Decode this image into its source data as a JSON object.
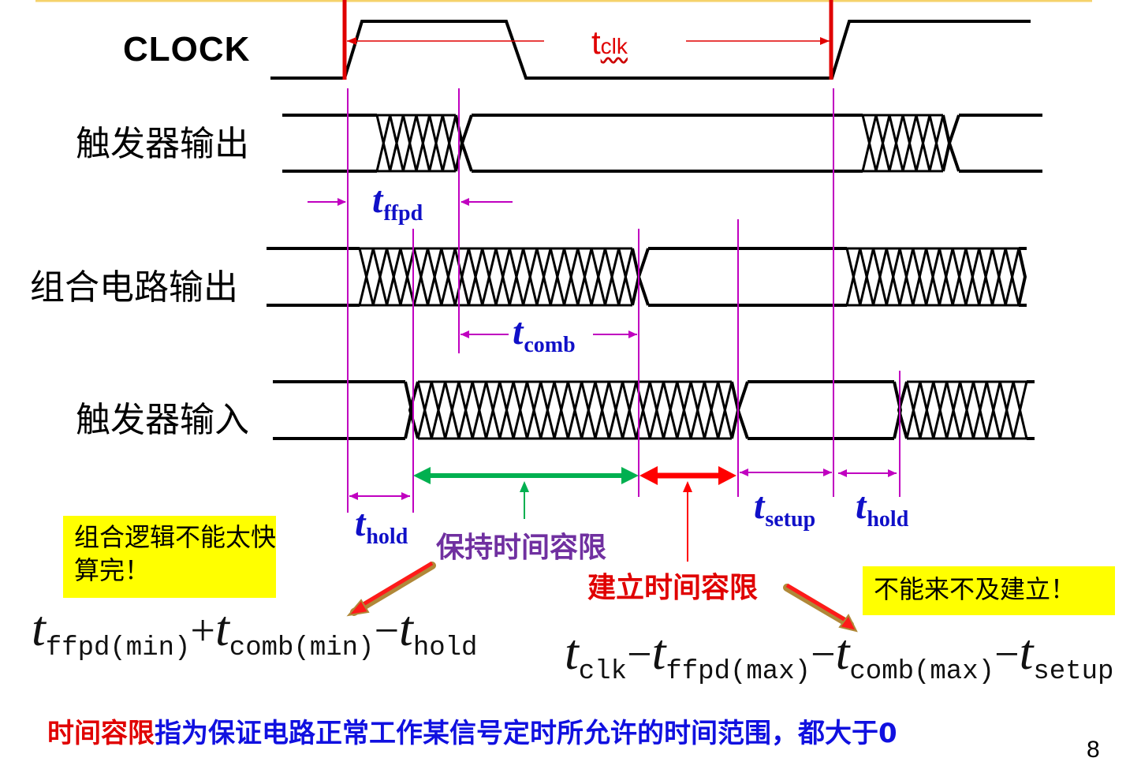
{
  "signals": {
    "clock": "CLOCK",
    "ff_output": "触发器输出",
    "comb_output": "组合电路输出",
    "ff_input": "触发器输入"
  },
  "timing": {
    "tclk_t": "t",
    "tclk_sub": "clk",
    "ffpd_t": "t",
    "ffpd_sub": "ffpd",
    "comb_t": "t",
    "comb_sub": "comb",
    "hold_t": "t",
    "hold_sub": "hold",
    "setup_t": "t",
    "setup_sub": "setup",
    "hold2_t": "t",
    "hold2_sub": "hold"
  },
  "callouts": {
    "hold_tolerance": "保持时间容限",
    "setup_tolerance": "建立时间容限"
  },
  "notes": {
    "too_fast": "组合逻辑不能太快算完！",
    "too_late": "不能来不及建立！"
  },
  "formulas": {
    "hold": {
      "t1": "t",
      "s1": "ffpd(min)",
      "op1": "+",
      "t2": "t",
      "s2": "comb(min)",
      "op2": "−",
      "t3": "t",
      "s3": "hold"
    },
    "setup": {
      "t1": "t",
      "s1": "clk",
      "op1": "−",
      "t2": "t",
      "s2": "ffpd(max)",
      "op2": "−",
      "t3": "t",
      "s3": "comb(max)",
      "op3": "−",
      "t4": "t",
      "s4": "setup"
    }
  },
  "footer": {
    "highlight": "时间容限",
    "rest": "指为保证电路正常工作某信号定时所允许的时间范围，都大于0"
  },
  "page_number": "8",
  "colors": {
    "clock_edge": "#e00000",
    "marker": "#c000c0",
    "hold_tolerance_arrow": "#00b050",
    "setup_tolerance_arrow": "#ff0000",
    "note_background": "#ffff00",
    "timing_text": "#1010c8"
  }
}
